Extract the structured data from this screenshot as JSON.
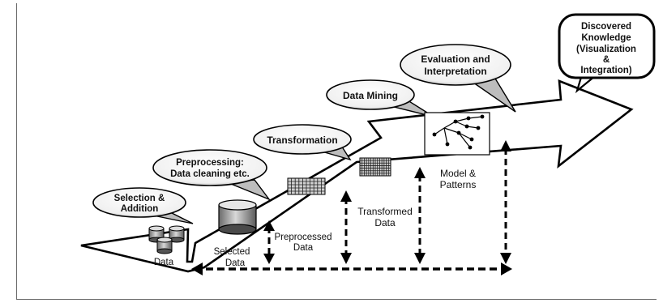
{
  "bubbles": {
    "selection": [
      "Selection &",
      "Addition"
    ],
    "preprocessing": [
      "Preprocessing:",
      "Data cleaning etc."
    ],
    "transformation": [
      "Transformation"
    ],
    "mining": [
      "Data Mining"
    ],
    "evaluation": [
      "Evaluation and",
      "Interpretation"
    ],
    "knowledge": [
      "Discovered",
      "Knowledge",
      "(Visualization",
      "&",
      "Integration)"
    ]
  },
  "labels": {
    "data": "Data",
    "selected": [
      "Selected",
      "Data"
    ],
    "preprocessed": [
      "Preprocessed",
      "Data"
    ],
    "transformed": [
      "Transformed",
      "Data"
    ],
    "model": [
      "Model &",
      "Patterns"
    ]
  }
}
